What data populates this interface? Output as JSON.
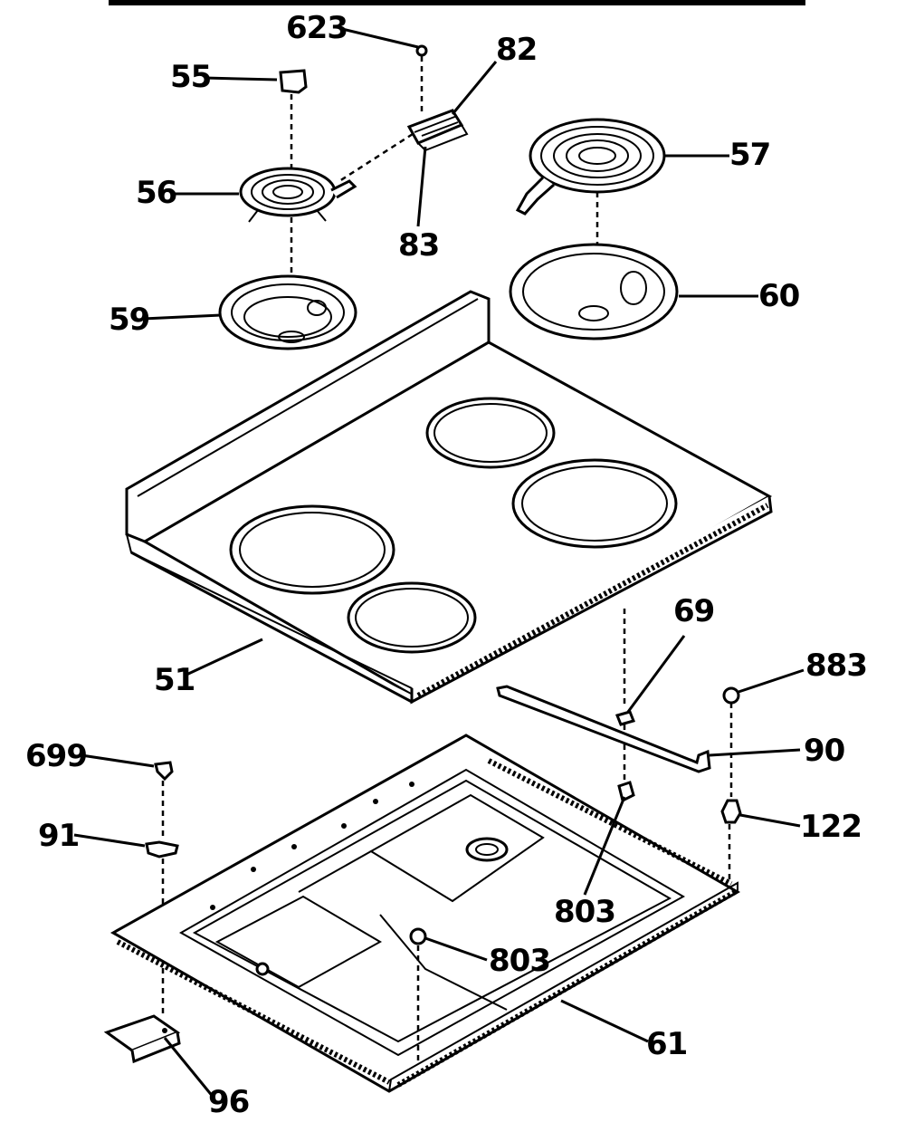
{
  "labels": {
    "p623": "623",
    "p82": "82",
    "p55": "55",
    "p57": "57",
    "p56": "56",
    "p83": "83",
    "p59": "59",
    "p60": "60",
    "p51": "51",
    "p69": "69",
    "p883": "883",
    "p699": "699",
    "p90": "90",
    "p91": "91",
    "p122": "122",
    "p803a": "803",
    "p803b": "803",
    "p61": "61",
    "p96": "96"
  }
}
